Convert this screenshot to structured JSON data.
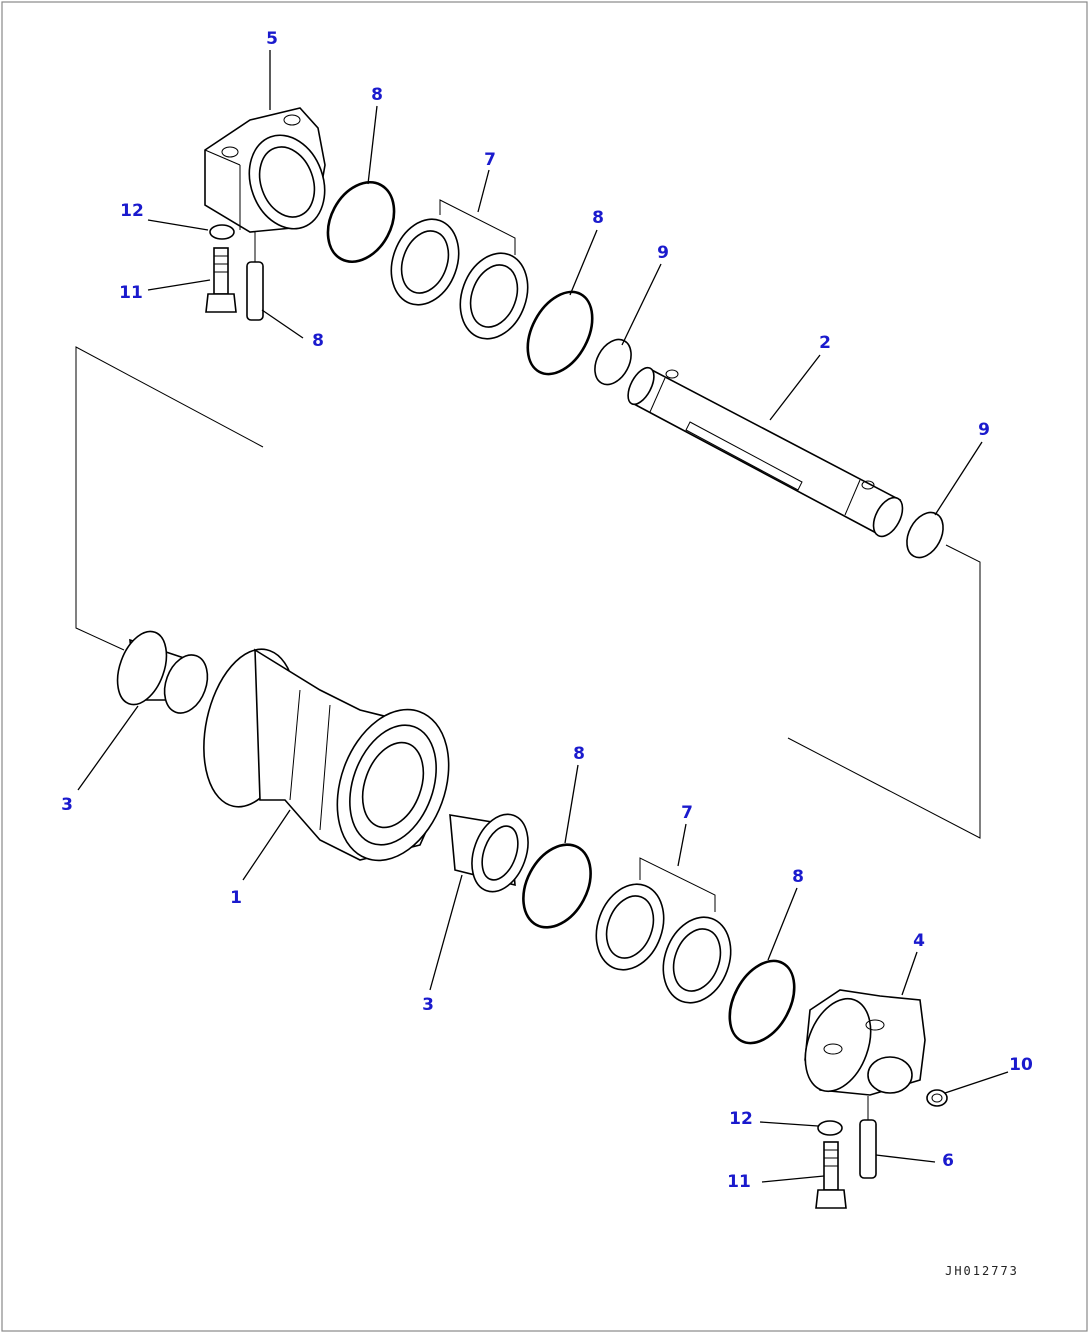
{
  "diagram": {
    "drawing_id": "JH012773",
    "callouts": [
      {
        "id": "c5",
        "label": "5"
      },
      {
        "id": "c8a",
        "label": "8"
      },
      {
        "id": "c7a",
        "label": "7"
      },
      {
        "id": "c8b",
        "label": "8"
      },
      {
        "id": "c9a",
        "label": "9"
      },
      {
        "id": "c12a",
        "label": "12"
      },
      {
        "id": "c11a",
        "label": "11"
      },
      {
        "id": "c8c",
        "label": "8"
      },
      {
        "id": "c2",
        "label": "2"
      },
      {
        "id": "c9b",
        "label": "9"
      },
      {
        "id": "c3a",
        "label": "3"
      },
      {
        "id": "c1",
        "label": "1"
      },
      {
        "id": "c8d",
        "label": "8"
      },
      {
        "id": "c7b",
        "label": "7"
      },
      {
        "id": "c8e",
        "label": "8"
      },
      {
        "id": "c3b",
        "label": "3"
      },
      {
        "id": "c4",
        "label": "4"
      },
      {
        "id": "c10",
        "label": "10"
      },
      {
        "id": "c12b",
        "label": "12"
      },
      {
        "id": "c6",
        "label": "6"
      },
      {
        "id": "c11b",
        "label": "11"
      }
    ]
  }
}
